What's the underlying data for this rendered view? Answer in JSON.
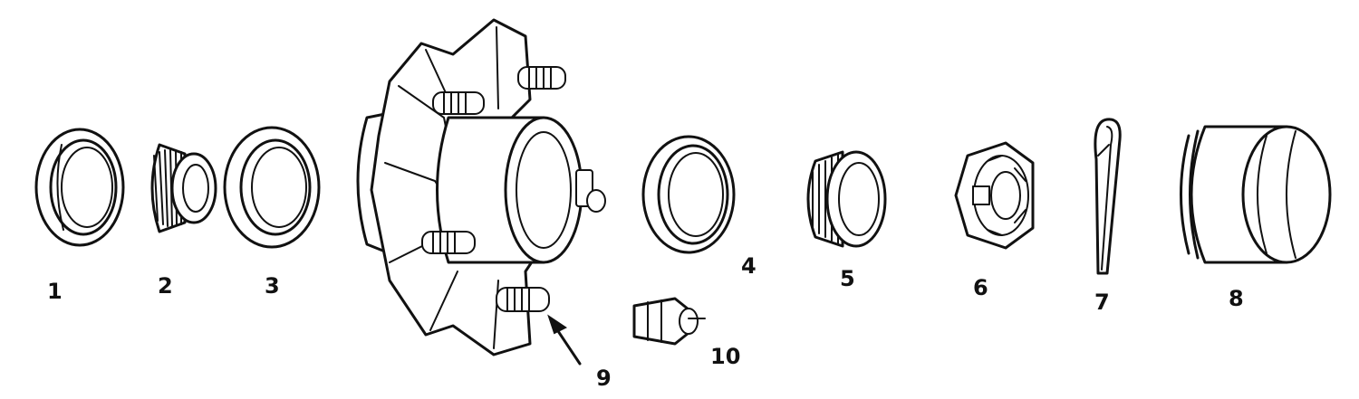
{
  "diagram": {
    "parts": [
      {
        "id": "p1",
        "label": "1"
      },
      {
        "id": "p2",
        "label": "2"
      },
      {
        "id": "p3",
        "label": "3"
      },
      {
        "id": "p4",
        "label": "4"
      },
      {
        "id": "p5",
        "label": "5"
      },
      {
        "id": "p6",
        "label": "6"
      },
      {
        "id": "p7",
        "label": "7"
      },
      {
        "id": "p8",
        "label": "8"
      },
      {
        "id": "p9",
        "label": "9"
      },
      {
        "id": "p10",
        "label": "10"
      }
    ],
    "colors": {
      "line": "#111111",
      "background": "#ffffff"
    }
  }
}
